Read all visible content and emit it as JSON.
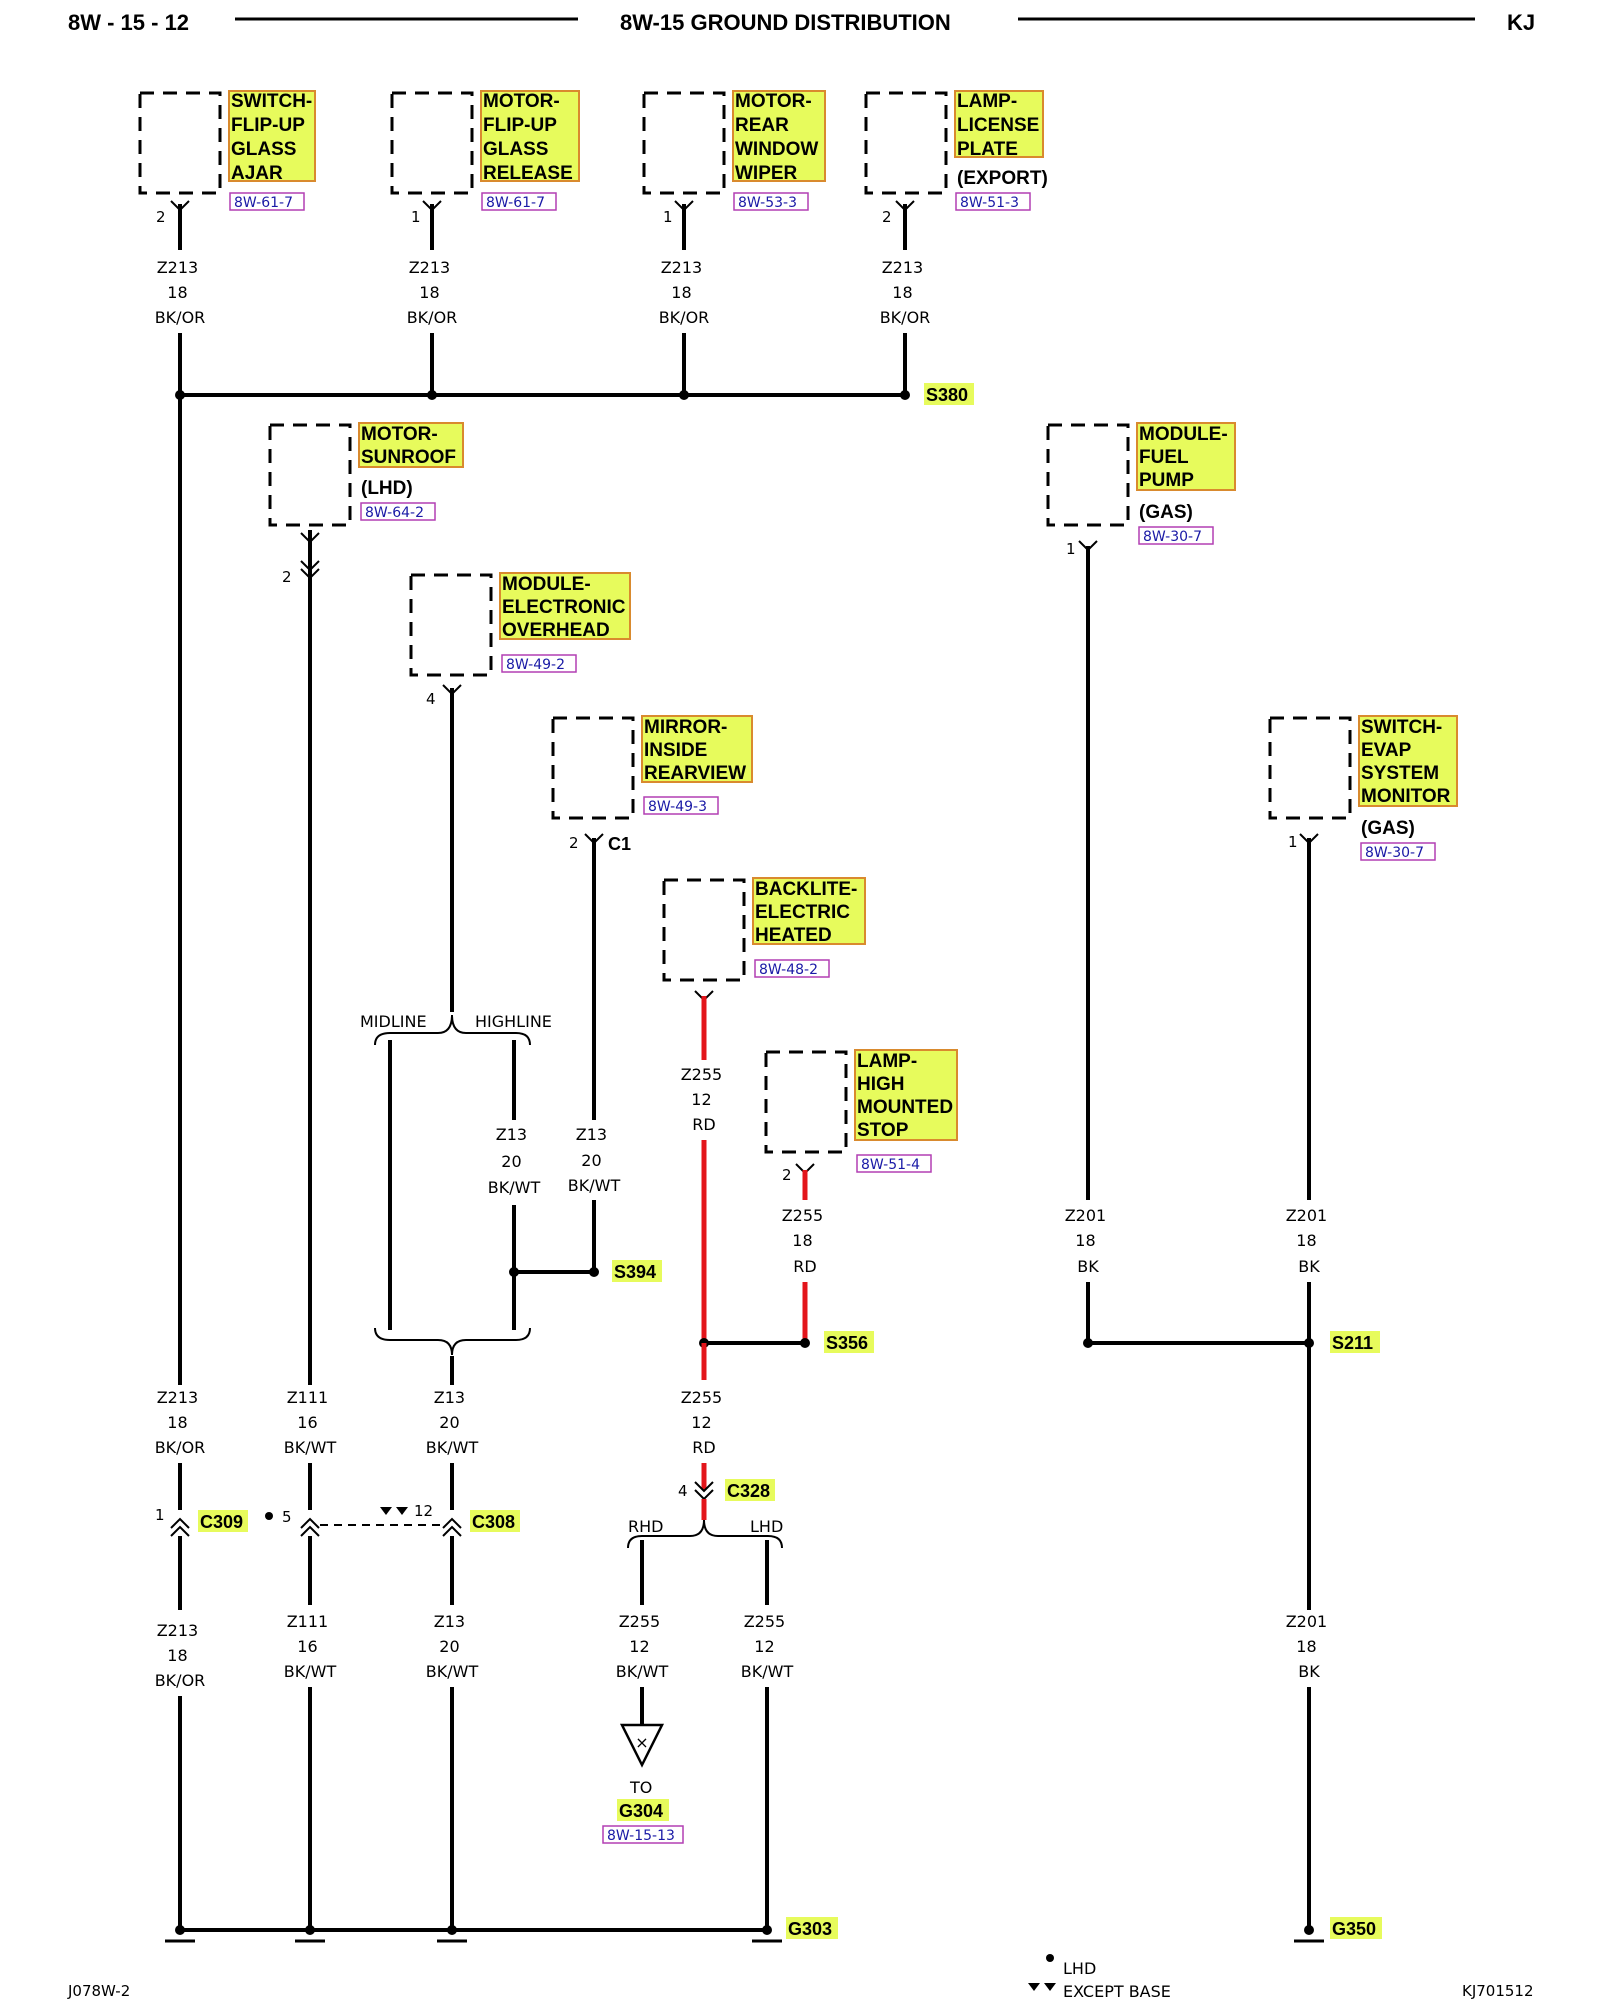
{
  "header": {
    "page_number": "8W - 15 - 12",
    "title": "8W-15 GROUND DISTRIBUTION",
    "model": "KJ"
  },
  "components": [
    {
      "id": "switch-flip-up-glass-ajar",
      "lines": [
        "SWITCH-",
        "FLIP-UP",
        "GLASS",
        "AJAR"
      ],
      "ref": "8W-61-7",
      "pin": "2"
    },
    {
      "id": "motor-flip-up-glass-release",
      "lines": [
        "MOTOR-",
        "FLIP-UP",
        "GLASS",
        "RELEASE"
      ],
      "ref": "8W-61-7",
      "pin": "1"
    },
    {
      "id": "motor-rear-window-wiper",
      "lines": [
        "MOTOR-",
        "REAR",
        "WINDOW",
        "WIPER"
      ],
      "ref": "8W-53-3",
      "pin": "1"
    },
    {
      "id": "lamp-license-plate",
      "lines": [
        "LAMP-",
        "LICENSE",
        "PLATE"
      ],
      "qualifier": "(EXPORT)",
      "ref": "8W-51-3",
      "pin": "2"
    },
    {
      "id": "motor-sunroof",
      "lines": [
        "MOTOR-",
        "SUNROOF"
      ],
      "qualifier": "(LHD)",
      "ref": "8W-64-2",
      "pin": "2"
    },
    {
      "id": "module-electronic-overhead",
      "lines": [
        "MODULE-",
        "ELECTRONIC",
        "OVERHEAD"
      ],
      "ref": "8W-49-2",
      "pin": "4"
    },
    {
      "id": "mirror-inside-rearview",
      "lines": [
        "MIRROR-",
        "INSIDE",
        "REARVIEW"
      ],
      "ref": "8W-49-3",
      "pin": "2",
      "connector": "C1"
    },
    {
      "id": "backlite-electric-heated",
      "lines": [
        "BACKLITE-",
        "ELECTRIC",
        "HEATED"
      ],
      "ref": "8W-48-2"
    },
    {
      "id": "lamp-high-mounted-stop",
      "lines": [
        "LAMP-",
        "HIGH",
        "MOUNTED",
        "STOP"
      ],
      "ref": "8W-51-4",
      "pin": "2"
    },
    {
      "id": "module-fuel-pump",
      "lines": [
        "MODULE-",
        "FUEL",
        "PUMP"
      ],
      "qualifier": "(GAS)",
      "ref": "8W-30-7",
      "pin": "1"
    },
    {
      "id": "switch-evap-system-monitor",
      "lines": [
        "SWITCH-",
        "EVAP",
        "SYSTEM",
        "MONITOR"
      ],
      "qualifier": "(GAS)",
      "ref": "8W-30-7",
      "pin": "1"
    }
  ],
  "wire_labels": [
    [
      "Z213",
      "18",
      "BK/OR"
    ],
    [
      "Z213",
      "18",
      "BK/OR"
    ],
    [
      "Z213",
      "18",
      "BK/OR"
    ],
    [
      "Z213",
      "18",
      "BK/OR"
    ],
    [
      "Z13",
      "20",
      "BK/WT"
    ],
    [
      "Z13",
      "20",
      "BK/WT"
    ],
    [
      "Z255",
      "12",
      "RD"
    ],
    [
      "Z255",
      "18",
      "RD"
    ],
    [
      "Z201",
      "18",
      "BK"
    ],
    [
      "Z201",
      "18",
      "BK"
    ],
    [
      "Z213",
      "18",
      "BK/OR"
    ],
    [
      "Z111",
      "16",
      "BK/WT"
    ],
    [
      "Z13",
      "20",
      "BK/WT"
    ],
    [
      "Z255",
      "12",
      "RD"
    ],
    [
      "Z213",
      "18",
      "BK/OR"
    ],
    [
      "Z111",
      "16",
      "BK/WT"
    ],
    [
      "Z13",
      "20",
      "BK/WT"
    ],
    [
      "Z255",
      "12",
      "BK/WT"
    ],
    [
      "Z255",
      "12",
      "BK/WT"
    ],
    [
      "Z201",
      "18",
      "BK"
    ]
  ],
  "splices": {
    "s380": "S380",
    "s394": "S394",
    "s356": "S356",
    "s211": "S211"
  },
  "connectors": {
    "c309": "C309",
    "c309_pin": "1",
    "c308": "C308",
    "c308_pin": "12",
    "c308_pin_z111": "5",
    "c328": "C328",
    "c328_pin": "4"
  },
  "options": {
    "midline": "MIDLINE",
    "highline": "HIGHLINE",
    "rhd": "RHD",
    "lhd": "LHD"
  },
  "grounds": {
    "g303": "G303",
    "g350": "G350",
    "to": "TO",
    "g304": "G304",
    "g304_ref": "8W-15-13"
  },
  "legend": {
    "lhd": "LHD",
    "except_base": "EXCEPT BASE"
  },
  "footer": {
    "left": "J078W-2",
    "right": "KJ701512"
  },
  "colors": {
    "label_highlight": "#e7fb5c",
    "red_wire": "#e3151b",
    "ref_border": "#b23fb3"
  }
}
